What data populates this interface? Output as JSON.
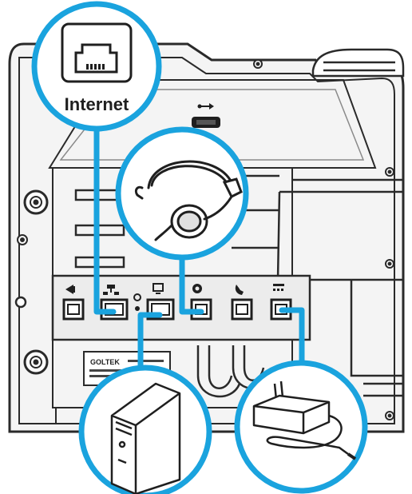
{
  "callouts": {
    "internet": {
      "label": "Internet",
      "icon": "ethernet-jack-icon"
    },
    "headset": {
      "icon": "headset-icon"
    },
    "pc": {
      "icon": "desktop-tower-icon"
    },
    "power": {
      "icon": "power-adapter-icon"
    }
  },
  "phone": {
    "ports": [
      {
        "name": "headset-port",
        "icon": "headset-port-icon"
      },
      {
        "name": "internet-port",
        "icon": "network-port-icon"
      },
      {
        "name": "pc-port",
        "icon": "pc-port-icon"
      },
      {
        "name": "ehs-port",
        "icon": "ehs-port-icon"
      },
      {
        "name": "handset-port",
        "icon": "handset-port-icon"
      },
      {
        "name": "power-port",
        "icon": "dc-power-port-icon"
      }
    ],
    "label_brand": "GOLTEK",
    "usb_icon": "usb-icon"
  },
  "colors": {
    "accent": "#1aa3de",
    "outline": "#2a2a2a",
    "body_fill": "#f2f2f2",
    "panel_fill": "#e6e6e6"
  }
}
